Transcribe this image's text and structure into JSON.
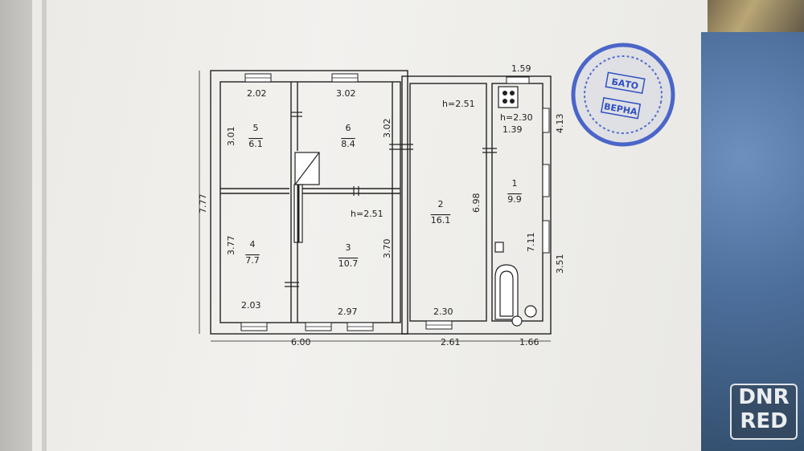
{
  "dimensions": {
    "top_left_room": "2.02",
    "top_mid_room": "3.02",
    "top_right_width": "1.59",
    "left_height_total": "7.77",
    "room5_height": "3.01",
    "room6_height": "3.02",
    "room4_height": "3.77",
    "room3_height": "3.70",
    "room2_height": "6.98",
    "room1_height": "7.11",
    "right_upper": "4.13",
    "right_lower": "3.51",
    "bottom_left_room": "2.03",
    "bottom_mid_room": "2.97",
    "bottom_room2": "2.30",
    "bottom_total_left": "6.00",
    "bottom_total_mid": "2.61",
    "bottom_total_right": "1.66",
    "kitchen_width": "1.39"
  },
  "heights": {
    "room2": "h=2.51",
    "room1": "h=2.30",
    "room3": "h=2.51"
  },
  "rooms": [
    {
      "number": "5",
      "area": "6.1"
    },
    {
      "number": "6",
      "area": "8.4"
    },
    {
      "number": "4",
      "area": "7.7"
    },
    {
      "number": "3",
      "area": "10.7"
    },
    {
      "number": "2",
      "area": "16.1"
    },
    {
      "number": "1",
      "area": "9.9"
    }
  ],
  "stamp": {
    "line1": "БАТО",
    "line2": "ВЕРНА"
  },
  "watermark": {
    "line1": "DNR",
    "line2": "RED"
  },
  "colors": {
    "ink": "#222222",
    "stamp": "#2f4fc4"
  }
}
